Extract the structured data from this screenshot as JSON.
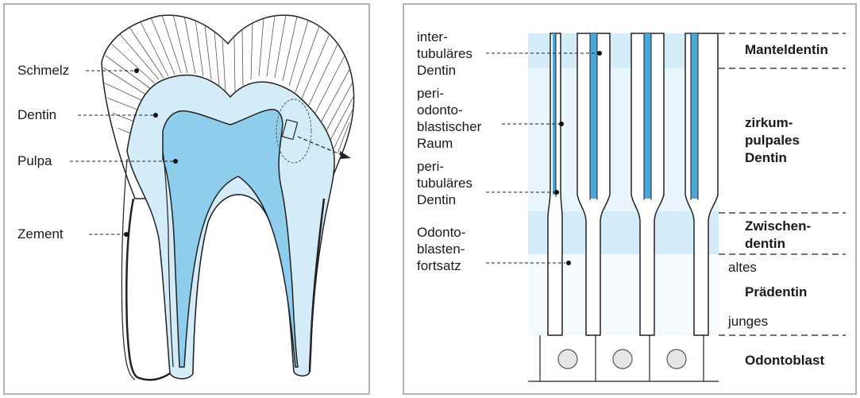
{
  "left_panel": {
    "labels": {
      "schmelz": "Schmelz",
      "dentin": "Dentin",
      "pulpa": "Pulpa",
      "zement": "Zement"
    }
  },
  "right_panel": {
    "left_labels": {
      "intertubulaer": [
        "inter-",
        "tubuläres",
        "Dentin"
      ],
      "periodontoblastisch": [
        "peri-",
        "odonto-",
        "blastischer",
        "Raum"
      ],
      "peritubulaer": [
        "peri-",
        "tubuläres",
        "Dentin"
      ],
      "fortsatz": [
        "Odonto-",
        "blasten-",
        "fortsatz"
      ]
    },
    "right_labels": {
      "manteldentin": "Manteldentin",
      "zirkumpulpal": [
        "zirkum-",
        "pulpales",
        "Dentin"
      ],
      "zwischendentin": [
        "Zwischen-",
        "dentin"
      ],
      "altes": "altes",
      "praedentin": "Prädentin",
      "junges": "junges",
      "odontoblast": "Odontoblast"
    }
  },
  "colors": {
    "light_blue": "#d3ecf8",
    "mid_blue": "#b0dcf2",
    "dark_blue": "#4aa6d6",
    "outline": "#222222",
    "frame": "#9a9a9a"
  }
}
